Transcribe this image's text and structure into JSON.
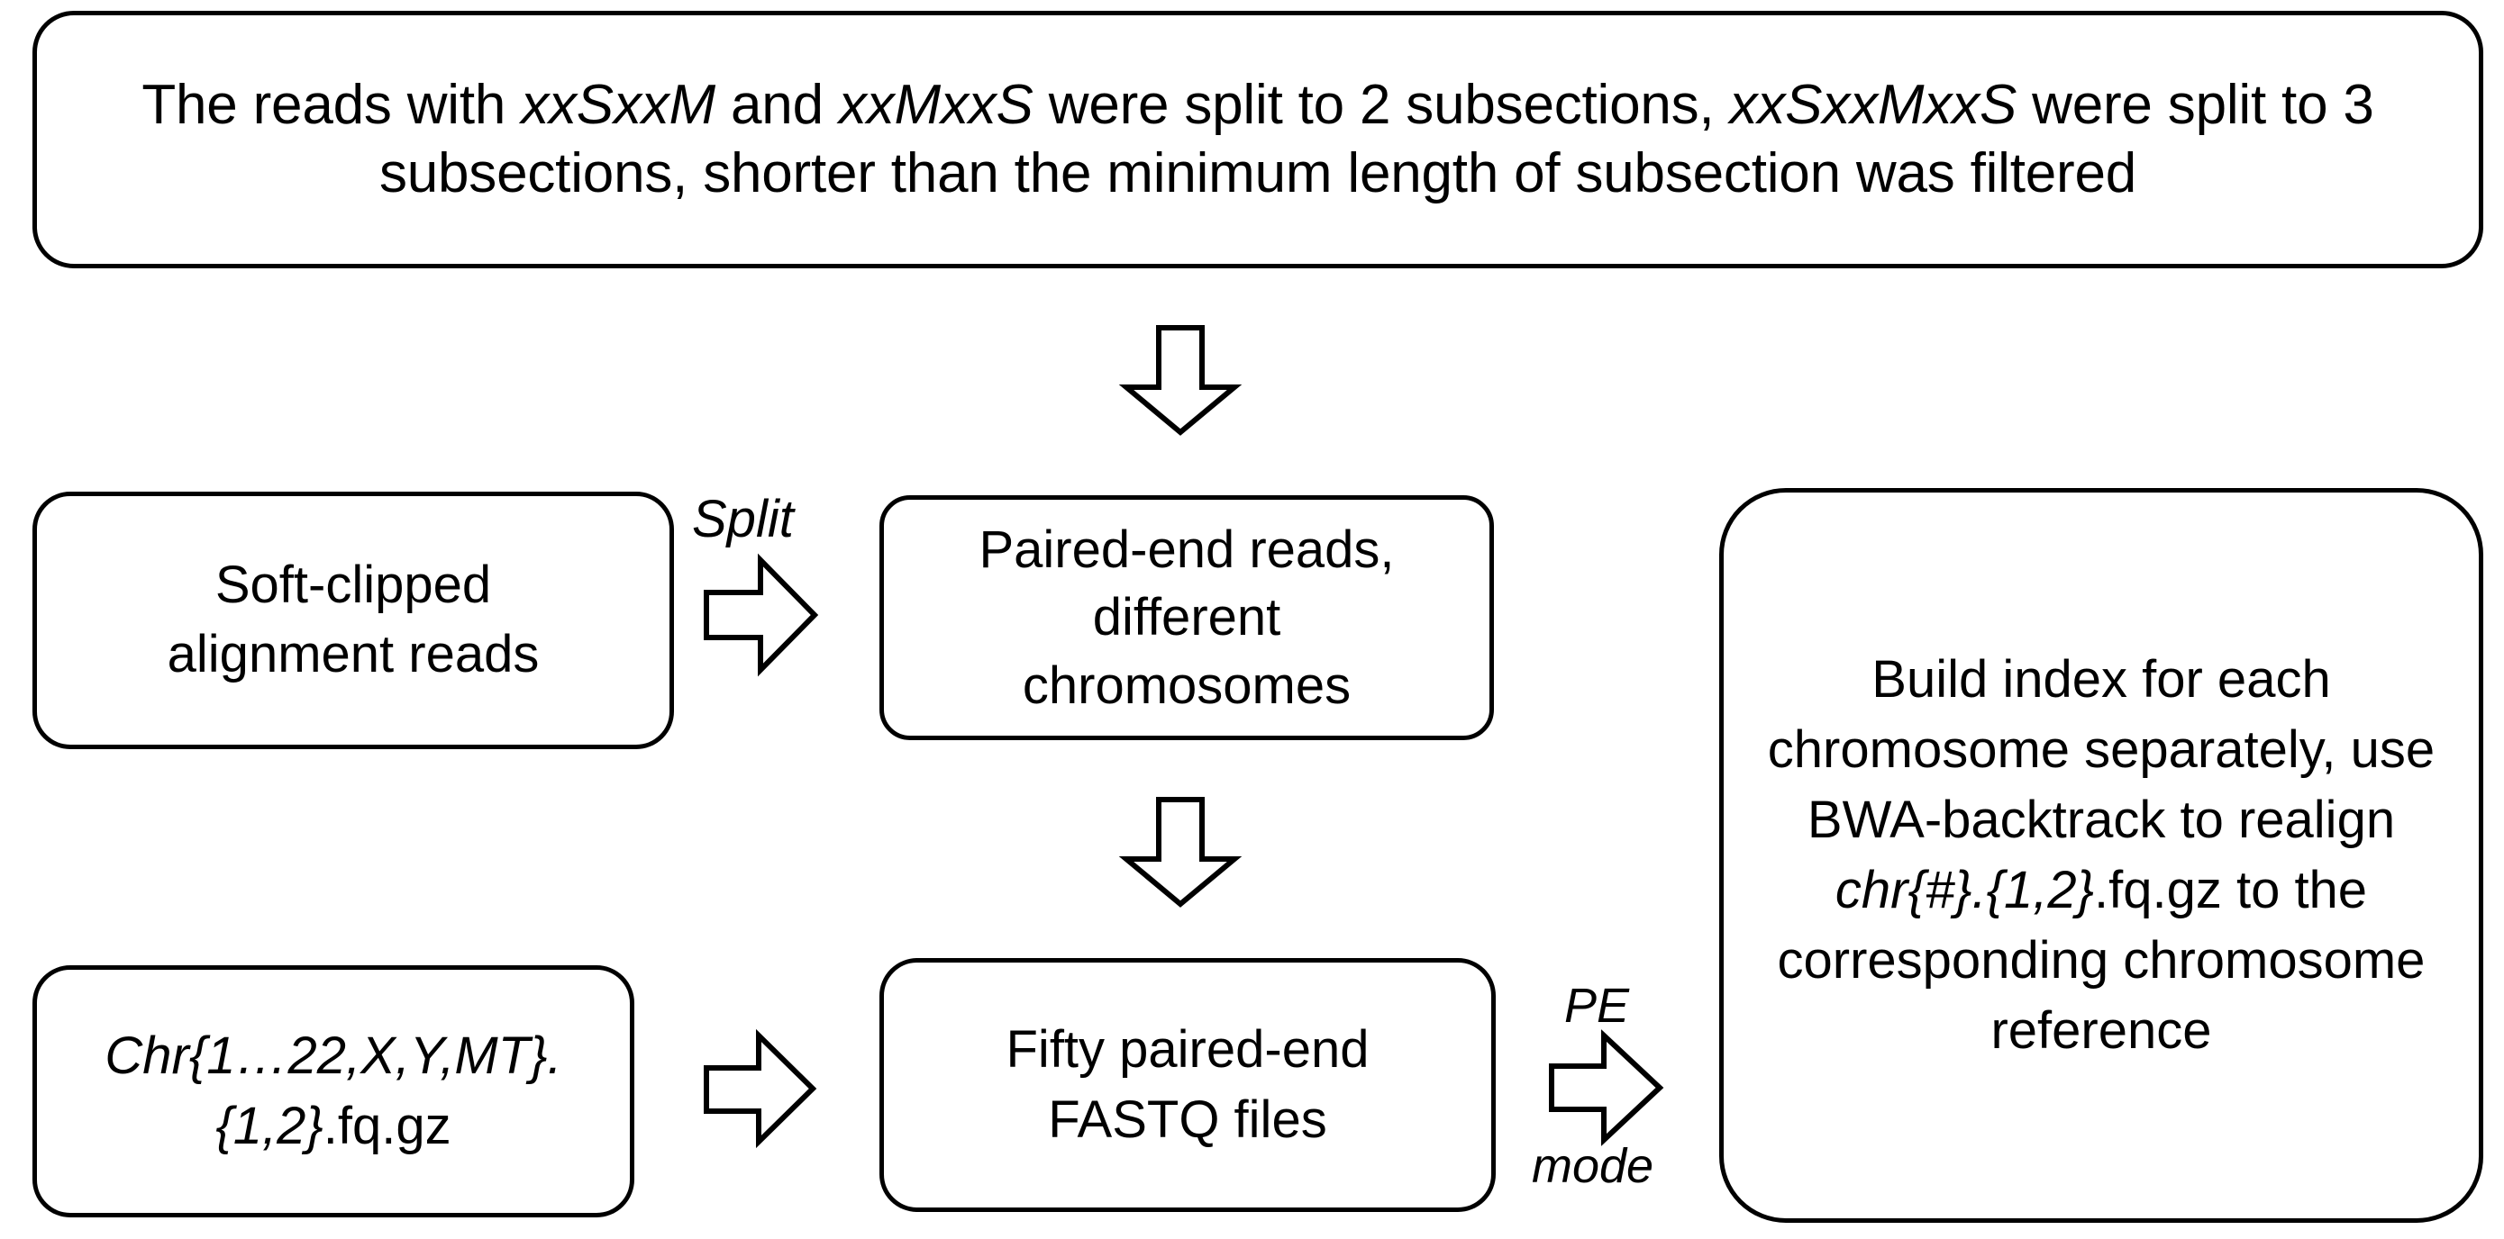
{
  "diagram": {
    "title": "Soft-clipped read splitting and realignment workflow",
    "colors": {
      "background": "#ffffff",
      "stroke": "#000000",
      "text": "#000000"
    },
    "banner": {
      "line1_pre": "The reads with ",
      "line1_it1": "xxSxxM",
      "line1_mid": " and ",
      "line1_it2": "xxMxxS",
      "line1_post": " were split to 2 subsections, ",
      "line1_it3": "xxSxxMxxS",
      "line1_end": " were",
      "line2": "split to 3 subsections, shorter than the minimum length of subsection was filtered",
      "plain_text": "The reads with xxSxxM and xxMxxS were split to 2 subsections, xxSxxMxxS were split to 3 subsections, shorter than the minimum length of subsection was filtered"
    },
    "boxes": {
      "softclipped": {
        "line1": "Soft-clipped",
        "line2": "alignment reads",
        "plain_text": "Soft-clipped alignment reads"
      },
      "pairedend": {
        "line1": "Paired-end reads,",
        "line2": "different",
        "line3": "chromosomes",
        "plain_text": "Paired-end reads, different chromosomes"
      },
      "chrfiles": {
        "italic_part": "Chr{1…22,X,Y,MT}.{1,2}",
        "roman_part": ".fq.gz",
        "plain_text": "Chr{1…22,X,Y,MT}.{1,2}.fq.gz"
      },
      "fastqfiles": {
        "line1": "Fifty paired-end",
        "line2": "FASTQ files",
        "plain_text": "Fifty paired-end FASTQ files"
      },
      "buildindex": {
        "pre": "Build index for each chromosome separately, use BWA-backtrack to realign ",
        "italic_part": "chr{#}.{1,2}",
        "post": ".fq.gz to the corresponding chromosome reference",
        "plain_text": "Build index for each chromosome separately, use BWA-backtrack to realign chr{#}.{1,2}.fq.gz to the corresponding chromosome reference"
      }
    },
    "labels": {
      "split": "Split",
      "pe": "PE",
      "mode": "mode"
    },
    "arrows": {
      "down_1": "arrow-down",
      "down_2": "arrow-down",
      "right_split": "arrow-right",
      "right_bottom": "arrow-right",
      "right_pe": "arrow-right"
    }
  }
}
